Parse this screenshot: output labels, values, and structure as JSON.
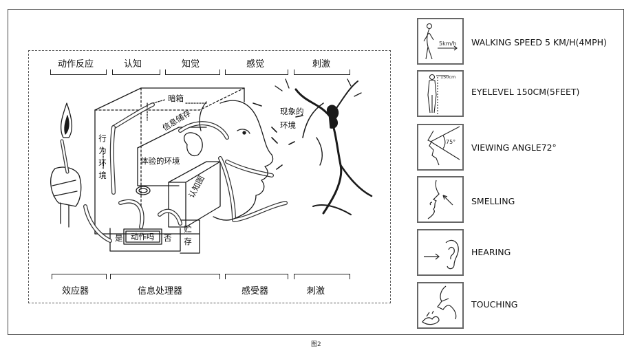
{
  "diagram": {
    "top_labels": [
      "动作反应",
      "认知",
      "知觉",
      "感觉",
      "刺激"
    ],
    "bottom_labels": [
      "效应器",
      "信息处理器",
      "感受器",
      "刺激"
    ],
    "inner_labels": {
      "dark_box": "暗箱",
      "info_storage": "信息储存",
      "phenomenal_env": "现象的",
      "phenomenal_env_2": "环境",
      "behavior_env": [
        "行",
        "为",
        "环",
        "境"
      ],
      "experienced_env": "体验的环境",
      "cognitive_map": "认知图",
      "yes": "是",
      "action_q": "动作吗",
      "no": "否",
      "store": [
        "贮",
        "存"
      ]
    }
  },
  "senses": [
    {
      "label": "WALKING SPEED 5 KM/H(4MPH)",
      "icon": "walking-person-icon",
      "icon_text": "5km/h"
    },
    {
      "label": "EYELEVEL 150CM(5FEET)",
      "icon": "standing-person-icon",
      "icon_text": "150cm"
    },
    {
      "label": "VIEWING ANGLE72°",
      "icon": "viewing-angle-icon",
      "icon_text": "75°"
    },
    {
      "label": "SMELLING",
      "icon": "nose-icon"
    },
    {
      "label": "HEARING",
      "icon": "ear-icon"
    },
    {
      "label": "TOUCHING",
      "icon": "hand-touch-icon"
    }
  ],
  "caption": "图2"
}
